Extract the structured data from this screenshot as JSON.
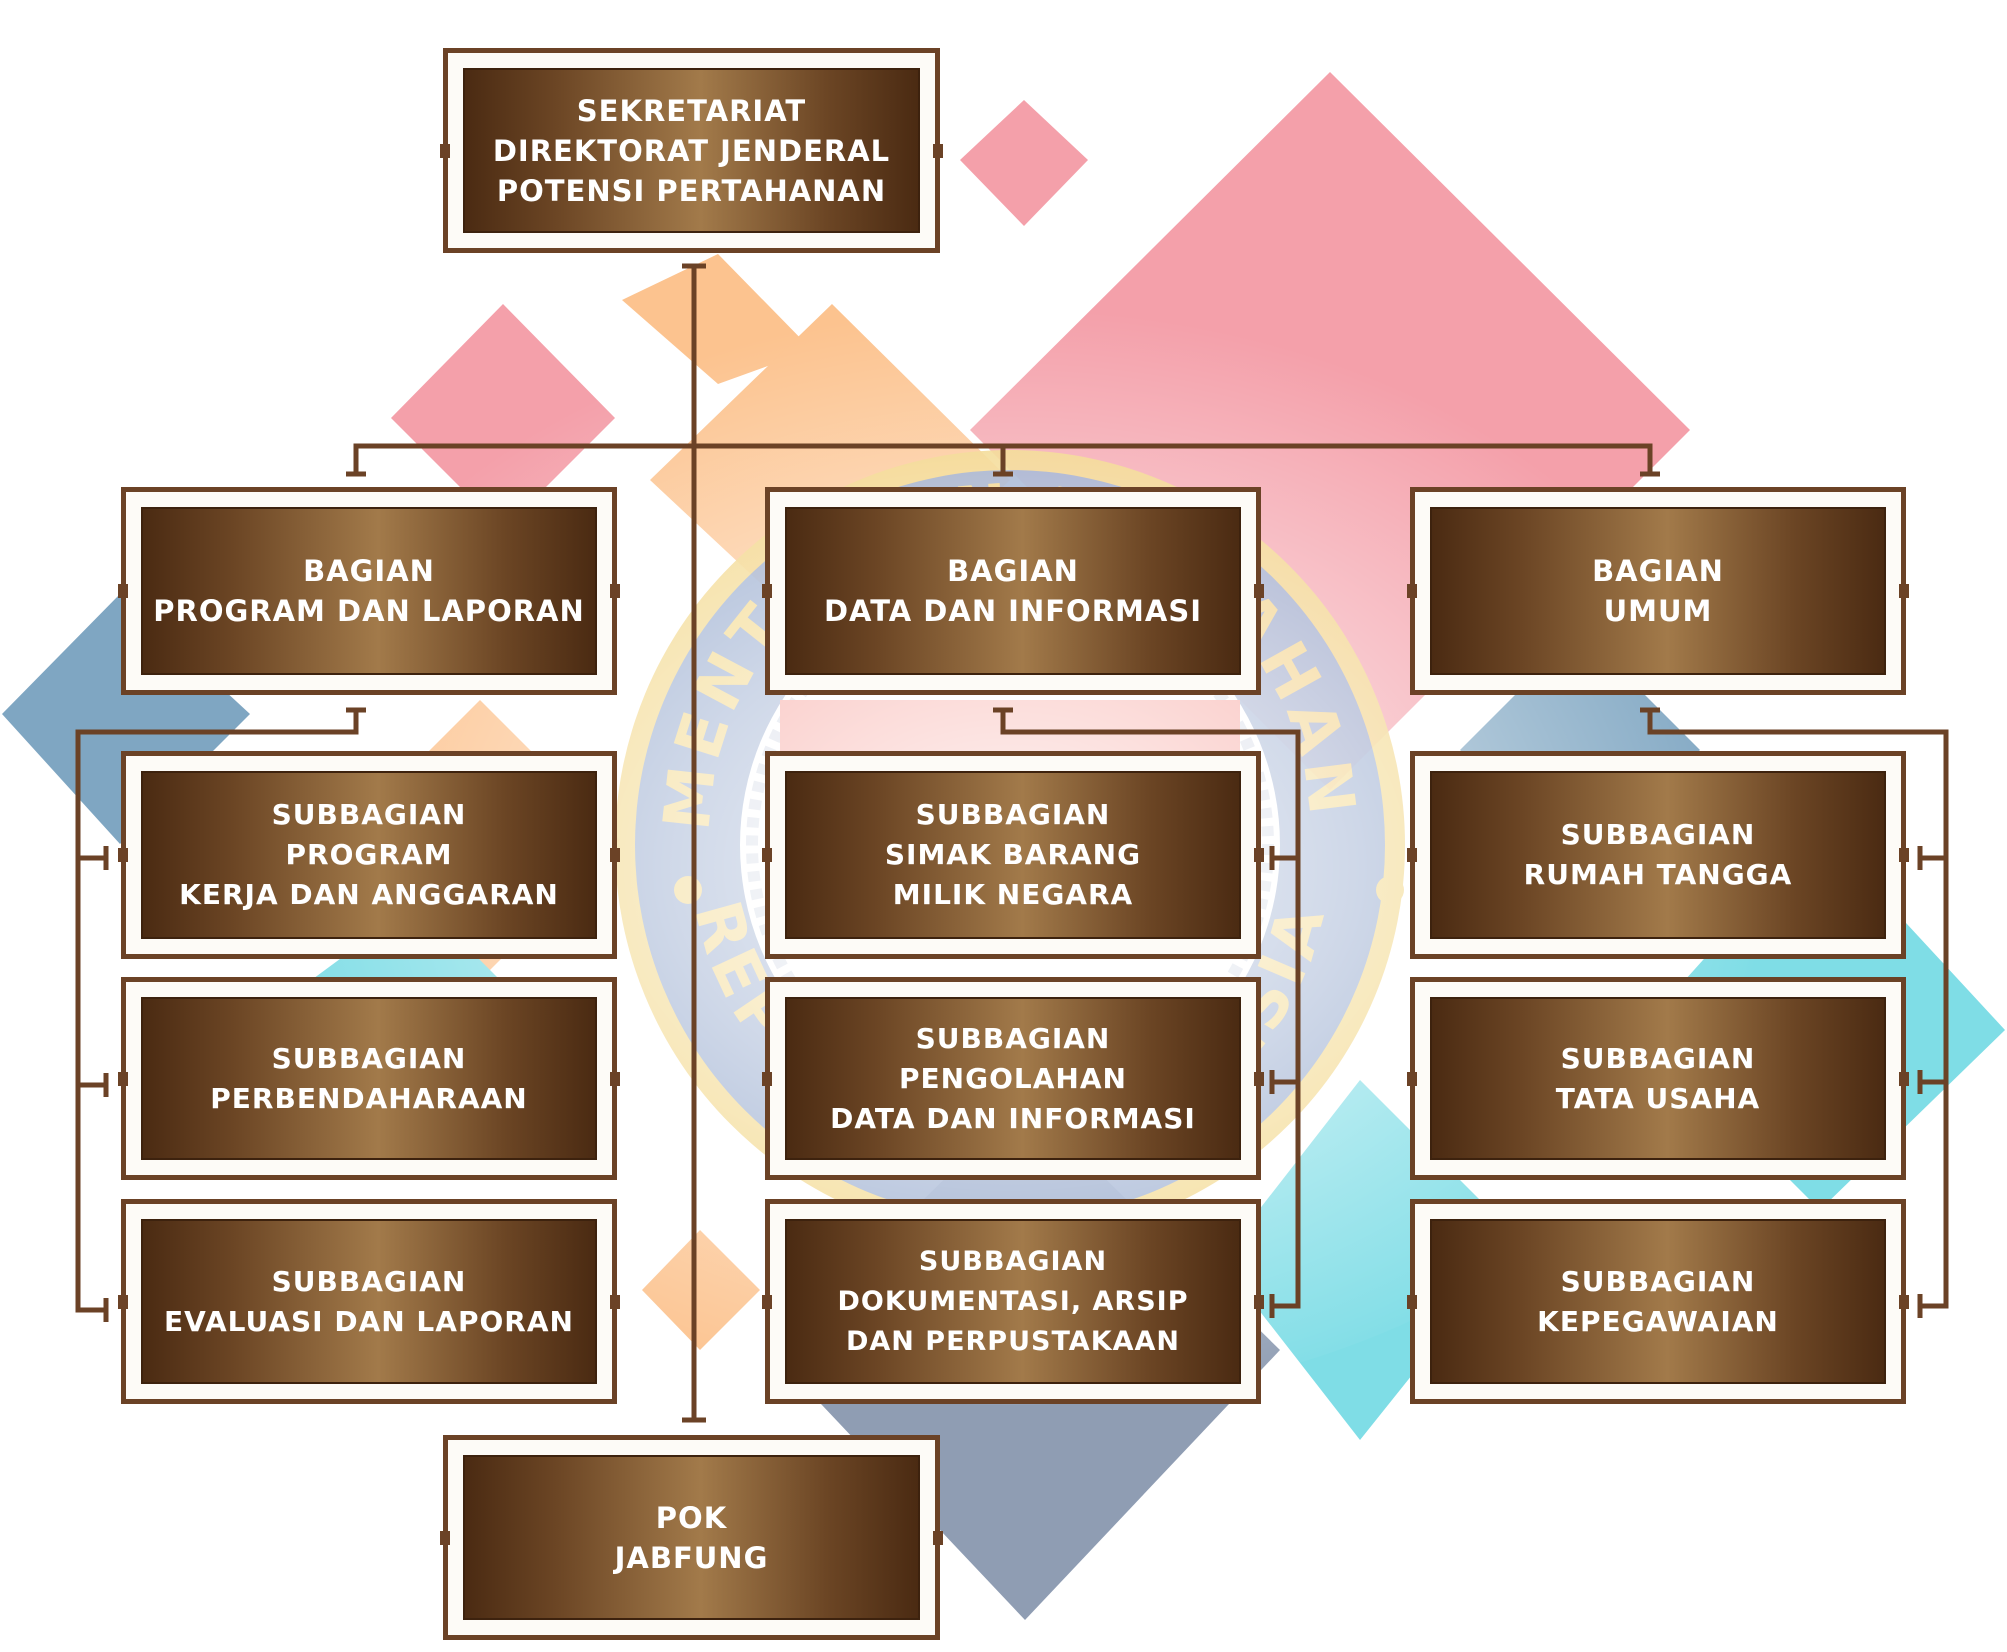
{
  "org_chart": {
    "root": {
      "lines": [
        "SEKRETARIAT",
        "DIREKTORAT JENDERAL",
        "POTENSI PERTAHANAN"
      ]
    },
    "divisions": [
      {
        "lines": [
          "BAGIAN",
          "PROGRAM DAN LAPORAN"
        ],
        "subunits": [
          {
            "lines": [
              "SUBBAGIAN",
              "PROGRAM",
              "KERJA DAN ANGGARAN"
            ]
          },
          {
            "lines": [
              "SUBBAGIAN",
              "PERBENDAHARAAN"
            ]
          },
          {
            "lines": [
              "SUBBAGIAN",
              "EVALUASI DAN LAPORAN"
            ]
          }
        ]
      },
      {
        "lines": [
          "BAGIAN",
          "DATA DAN INFORMASI"
        ],
        "subunits": [
          {
            "lines": [
              "SUBBAGIAN",
              "SIMAK BARANG",
              "MILIK NEGARA"
            ]
          },
          {
            "lines": [
              "SUBBAGIAN",
              "PENGOLAHAN",
              "DATA DAN INFORMASI"
            ]
          },
          {
            "lines": [
              "SUBBAGIAN",
              "DOKUMENTASI, ARSIP",
              "DAN PERPUSTAKAAN"
            ]
          }
        ]
      },
      {
        "lines": [
          "BAGIAN",
          "UMUM"
        ],
        "subunits": [
          {
            "lines": [
              "SUBBAGIAN",
              "RUMAH TANGGA"
            ]
          },
          {
            "lines": [
              "SUBBAGIAN",
              "TATA USAHA"
            ]
          },
          {
            "lines": [
              "SUBBAGIAN",
              "KEPEGAWAIAN"
            ]
          }
        ]
      }
    ],
    "functional_group": {
      "lines": [
        "POK",
        "JABFUNG"
      ]
    }
  },
  "watermark": {
    "emblem_text_top": "KEMENTERIAN PERTAHANAN",
    "emblem_text_bottom": "REPUBLIK INDONESIA"
  },
  "colors": {
    "box_dark": "#4a2a12",
    "box_light": "#a27a4a",
    "frame": "#6b4226",
    "diamond_pink": "#f4a0aa",
    "diamond_orange": "#fcc38f",
    "diamond_blue": "#7fa6c2",
    "diamond_cyan": "#7fdde6",
    "diamond_slate": "#8f9db3",
    "emblem_blue": "#8aa0c8",
    "emblem_gold": "#f1d27a"
  }
}
